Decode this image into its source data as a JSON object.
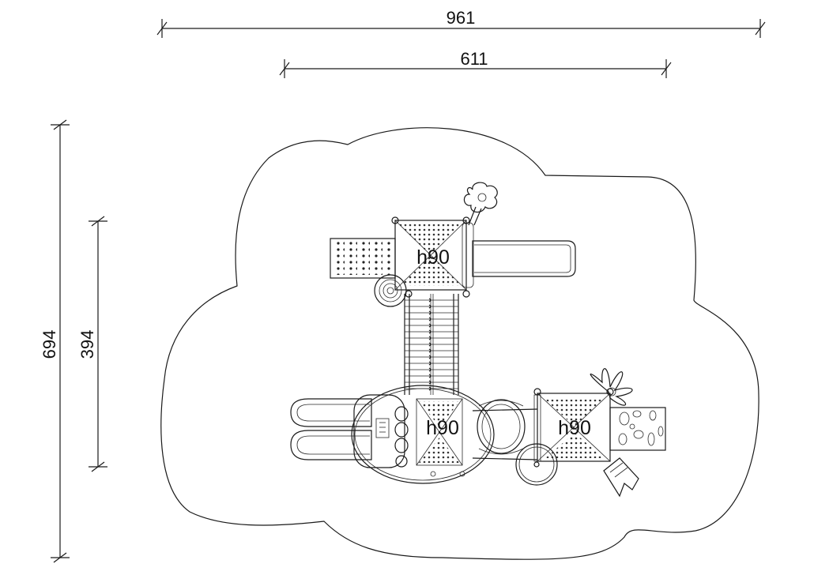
{
  "dimensions": {
    "top_outer": "961",
    "top_inner": "611",
    "left_outer": "694",
    "left_inner": "394"
  },
  "platforms": {
    "top": "h90",
    "bottom_left": "h90",
    "bottom_right": "h90"
  }
}
